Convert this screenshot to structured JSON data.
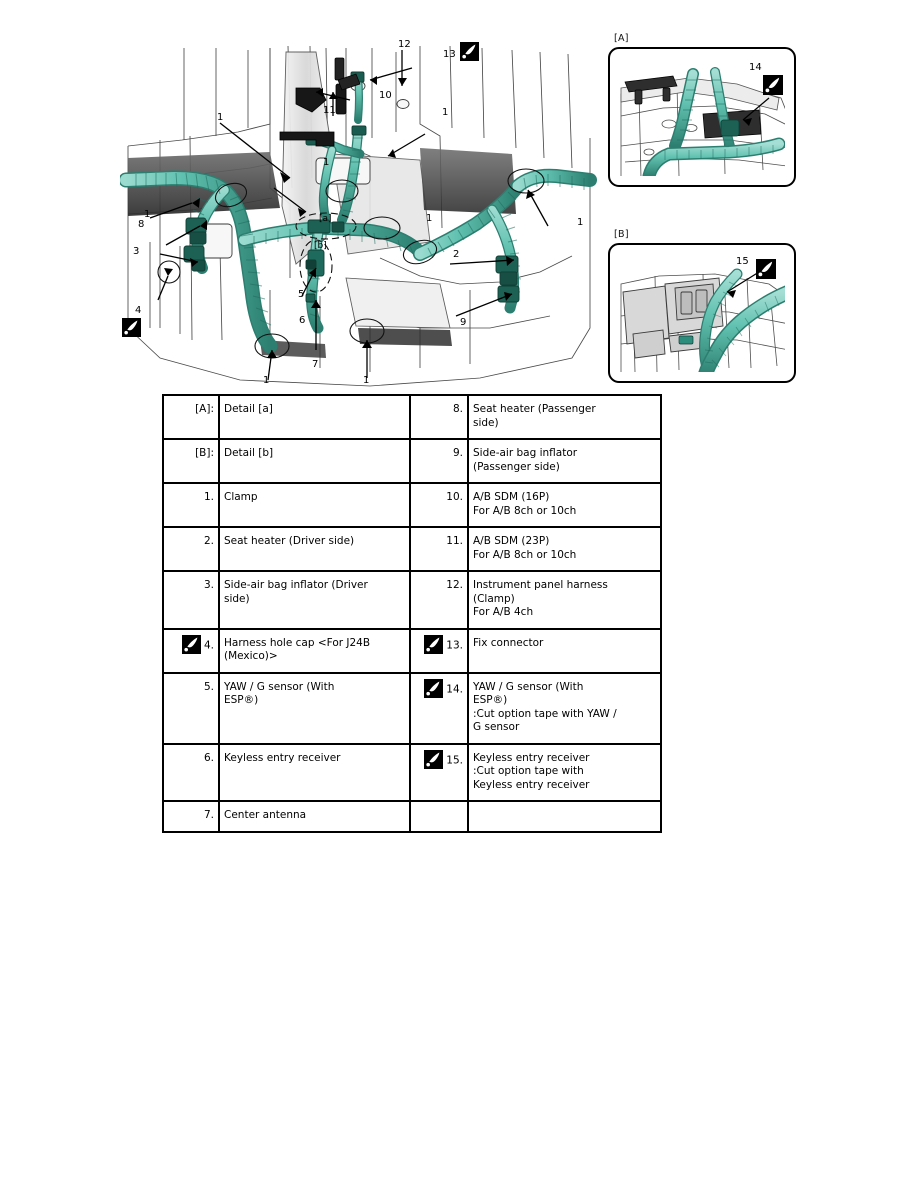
{
  "figure": {
    "detail_a": {
      "label": "[A]",
      "callouts": [
        {
          "text": "14",
          "marker": true
        }
      ]
    },
    "detail_b": {
      "label": "[B]",
      "callouts": [
        {
          "text": "15",
          "marker": true
        }
      ]
    },
    "main_callouts": [
      {
        "text": "12"
      },
      {
        "text": "13"
      },
      {
        "text": "10"
      },
      {
        "text": "11"
      },
      {
        "text": "1"
      },
      {
        "text": "1"
      },
      {
        "text": "1"
      },
      {
        "text": "1"
      },
      {
        "text": "1"
      },
      {
        "text": "1"
      },
      {
        "text": "1"
      },
      {
        "text": "1"
      },
      {
        "text": "8"
      },
      {
        "text": "3"
      },
      {
        "text": "4"
      },
      {
        "text": "5"
      },
      {
        "text": "6"
      },
      {
        "text": "7"
      },
      {
        "text": "2"
      },
      {
        "text": "9"
      },
      {
        "text": "[a]"
      },
      {
        "text": "[b]"
      }
    ],
    "markers": [
      "option-marker-icon"
    ],
    "colors": {
      "harness": "#59bfad",
      "harness_dark": "#2f7d6e",
      "connector": "#1e5f53",
      "body_line": "#3a3a3a",
      "shadow": "#555555"
    }
  },
  "legend": {
    "rows": [
      {
        "left": {
          "num": "[A]:",
          "marker": false,
          "text": "Detail [a]"
        },
        "right": {
          "num": "8.",
          "marker": false,
          "text": "Seat heater (Passenger\nside)"
        }
      },
      {
        "left": {
          "num": "[B]:",
          "marker": false,
          "text": "Detail [b]"
        },
        "right": {
          "num": "9.",
          "marker": false,
          "text": "Side-air bag inflator\n(Passenger side)"
        }
      },
      {
        "left": {
          "num": "1.",
          "marker": false,
          "text": "Clamp"
        },
        "right": {
          "num": "10.",
          "marker": false,
          "text": "A/B SDM (16P)\nFor A/B 8ch or 10ch"
        }
      },
      {
        "left": {
          "num": "2.",
          "marker": false,
          "text": "Seat heater (Driver side)"
        },
        "right": {
          "num": "11.",
          "marker": false,
          "text": "A/B SDM (23P)\nFor A/B 8ch or 10ch"
        }
      },
      {
        "left": {
          "num": "3.",
          "marker": false,
          "text": "Side-air bag inflator (Driver\nside)"
        },
        "right": {
          "num": "12.",
          "marker": false,
          "text": "Instrument panel harness\n(Clamp)\nFor A/B 4ch"
        }
      },
      {
        "left": {
          "num": "4.",
          "marker": true,
          "text": "Harness hole cap <For J24B\n(Mexico)>"
        },
        "right": {
          "num": "13.",
          "marker": true,
          "text": "Fix connector"
        }
      },
      {
        "left": {
          "num": "5.",
          "marker": false,
          "text": "YAW / G sensor (With\nESP®)"
        },
        "right": {
          "num": "14.",
          "marker": true,
          "text": "YAW / G sensor (With\nESP®)\n:Cut option tape with YAW /\nG sensor"
        }
      },
      {
        "left": {
          "num": "6.",
          "marker": false,
          "text": "Keyless entry receiver"
        },
        "right": {
          "num": "15.",
          "marker": true,
          "text": "Keyless entry receiver\n:Cut option tape with\nKeyless entry receiver"
        }
      },
      {
        "left": {
          "num": "7.",
          "marker": false,
          "text": "Center antenna"
        },
        "right": {
          "num": "",
          "marker": false,
          "text": ""
        }
      }
    ]
  }
}
